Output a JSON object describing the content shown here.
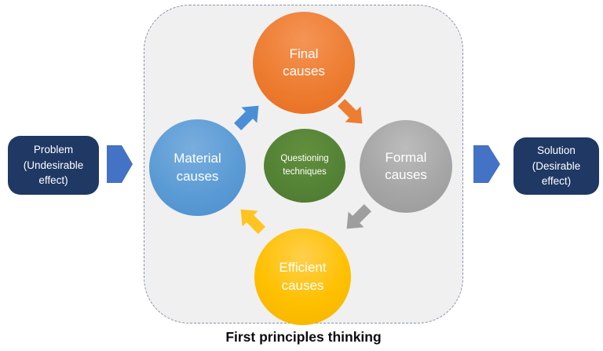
{
  "page": {
    "background": "#FFFFFF"
  },
  "problem_box": {
    "line1": "Problem",
    "line2": "(Undesirable",
    "line3": "effect)",
    "fill": "#1F3864",
    "text_color": "#FFFFFF"
  },
  "solution_box": {
    "line1": "Solution",
    "line2": "(Desirable",
    "line3": "effect)",
    "fill": "#1F3864",
    "text_color": "#FFFFFF"
  },
  "flow_arrows": {
    "left": {
      "direction": "right",
      "color": "#4472C4"
    },
    "right": {
      "direction": "right",
      "color": "#4472C4"
    }
  },
  "panel": {
    "fill": "#F0F0F1",
    "border_color": "#8A93A6",
    "border_style": "dashed",
    "caption": "First principles thinking"
  },
  "circles": {
    "final": {
      "line1": "Final",
      "line2": "causes",
      "color": "#ED7D31"
    },
    "material": {
      "line1": "Material",
      "line2": "causes",
      "color": "#5B9BD5"
    },
    "formal": {
      "line1": "Formal",
      "line2": "causes",
      "color": "#A6A6A6"
    },
    "efficient": {
      "line1": "Efficient",
      "line2": "causes",
      "color": "#FFC000"
    },
    "center": {
      "line1": "Questioning",
      "line2": "techniques",
      "color": "#548235"
    }
  },
  "cycle_arrows": {
    "material_to_final": {
      "direction": "up-right",
      "color": "#4A8FD6"
    },
    "final_to_formal": {
      "direction": "down-right",
      "color": "#ED7D31"
    },
    "formal_to_efficient": {
      "direction": "down-left",
      "color": "#9E9E9E"
    },
    "efficient_to_material": {
      "direction": "up-left",
      "color": "#FFC41F"
    }
  }
}
